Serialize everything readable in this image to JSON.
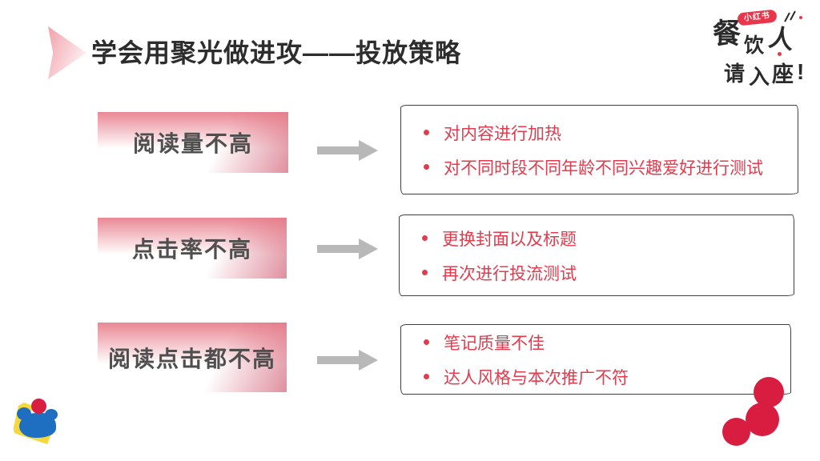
{
  "title": "学会用聚光做进攻——投放策略",
  "logo": {
    "badge": "小红书",
    "chars": [
      "餐",
      "饮",
      "人",
      "请",
      "入",
      "座",
      "!"
    ]
  },
  "rows": [
    {
      "label": "阅读量不高",
      "bullets": [
        "对内容进行加热",
        "对不同时段不同年龄不同兴趣爱好进行测试"
      ]
    },
    {
      "label": "点击率不高",
      "bullets": [
        "更换封面以及标题",
        "再次进行投流测试"
      ]
    },
    {
      "label": "阅读点击都不高",
      "bullets": [
        "笔记质量不佳",
        "达人风格与本次推广不符"
      ]
    }
  ],
  "colors": {
    "accent_red": "#e23b4d",
    "deco_red": "#d81d40",
    "deco_blue": "#1e6ec2",
    "deco_yellow": "#f7d83c",
    "pill_pink": "#e57382",
    "arrow_gray": "#b8b8b8",
    "title_black": "#2d2d2d"
  }
}
